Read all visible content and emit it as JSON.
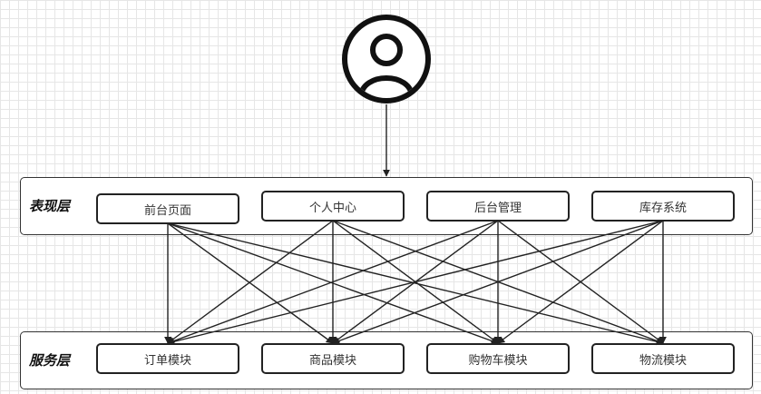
{
  "presentation_layer": {
    "label": "表现层",
    "nodes": [
      "前台页面",
      "个人中心",
      "后台管理",
      "库存系统"
    ]
  },
  "service_layer": {
    "label": "服务层",
    "nodes": [
      "订单模块",
      "商品模块",
      "购物车模块",
      "物流模块"
    ]
  },
  "icons": {
    "user": "user-icon"
  },
  "edges": {
    "user_to": "presentation_layer",
    "presentation_to_service": "all-to-all"
  }
}
